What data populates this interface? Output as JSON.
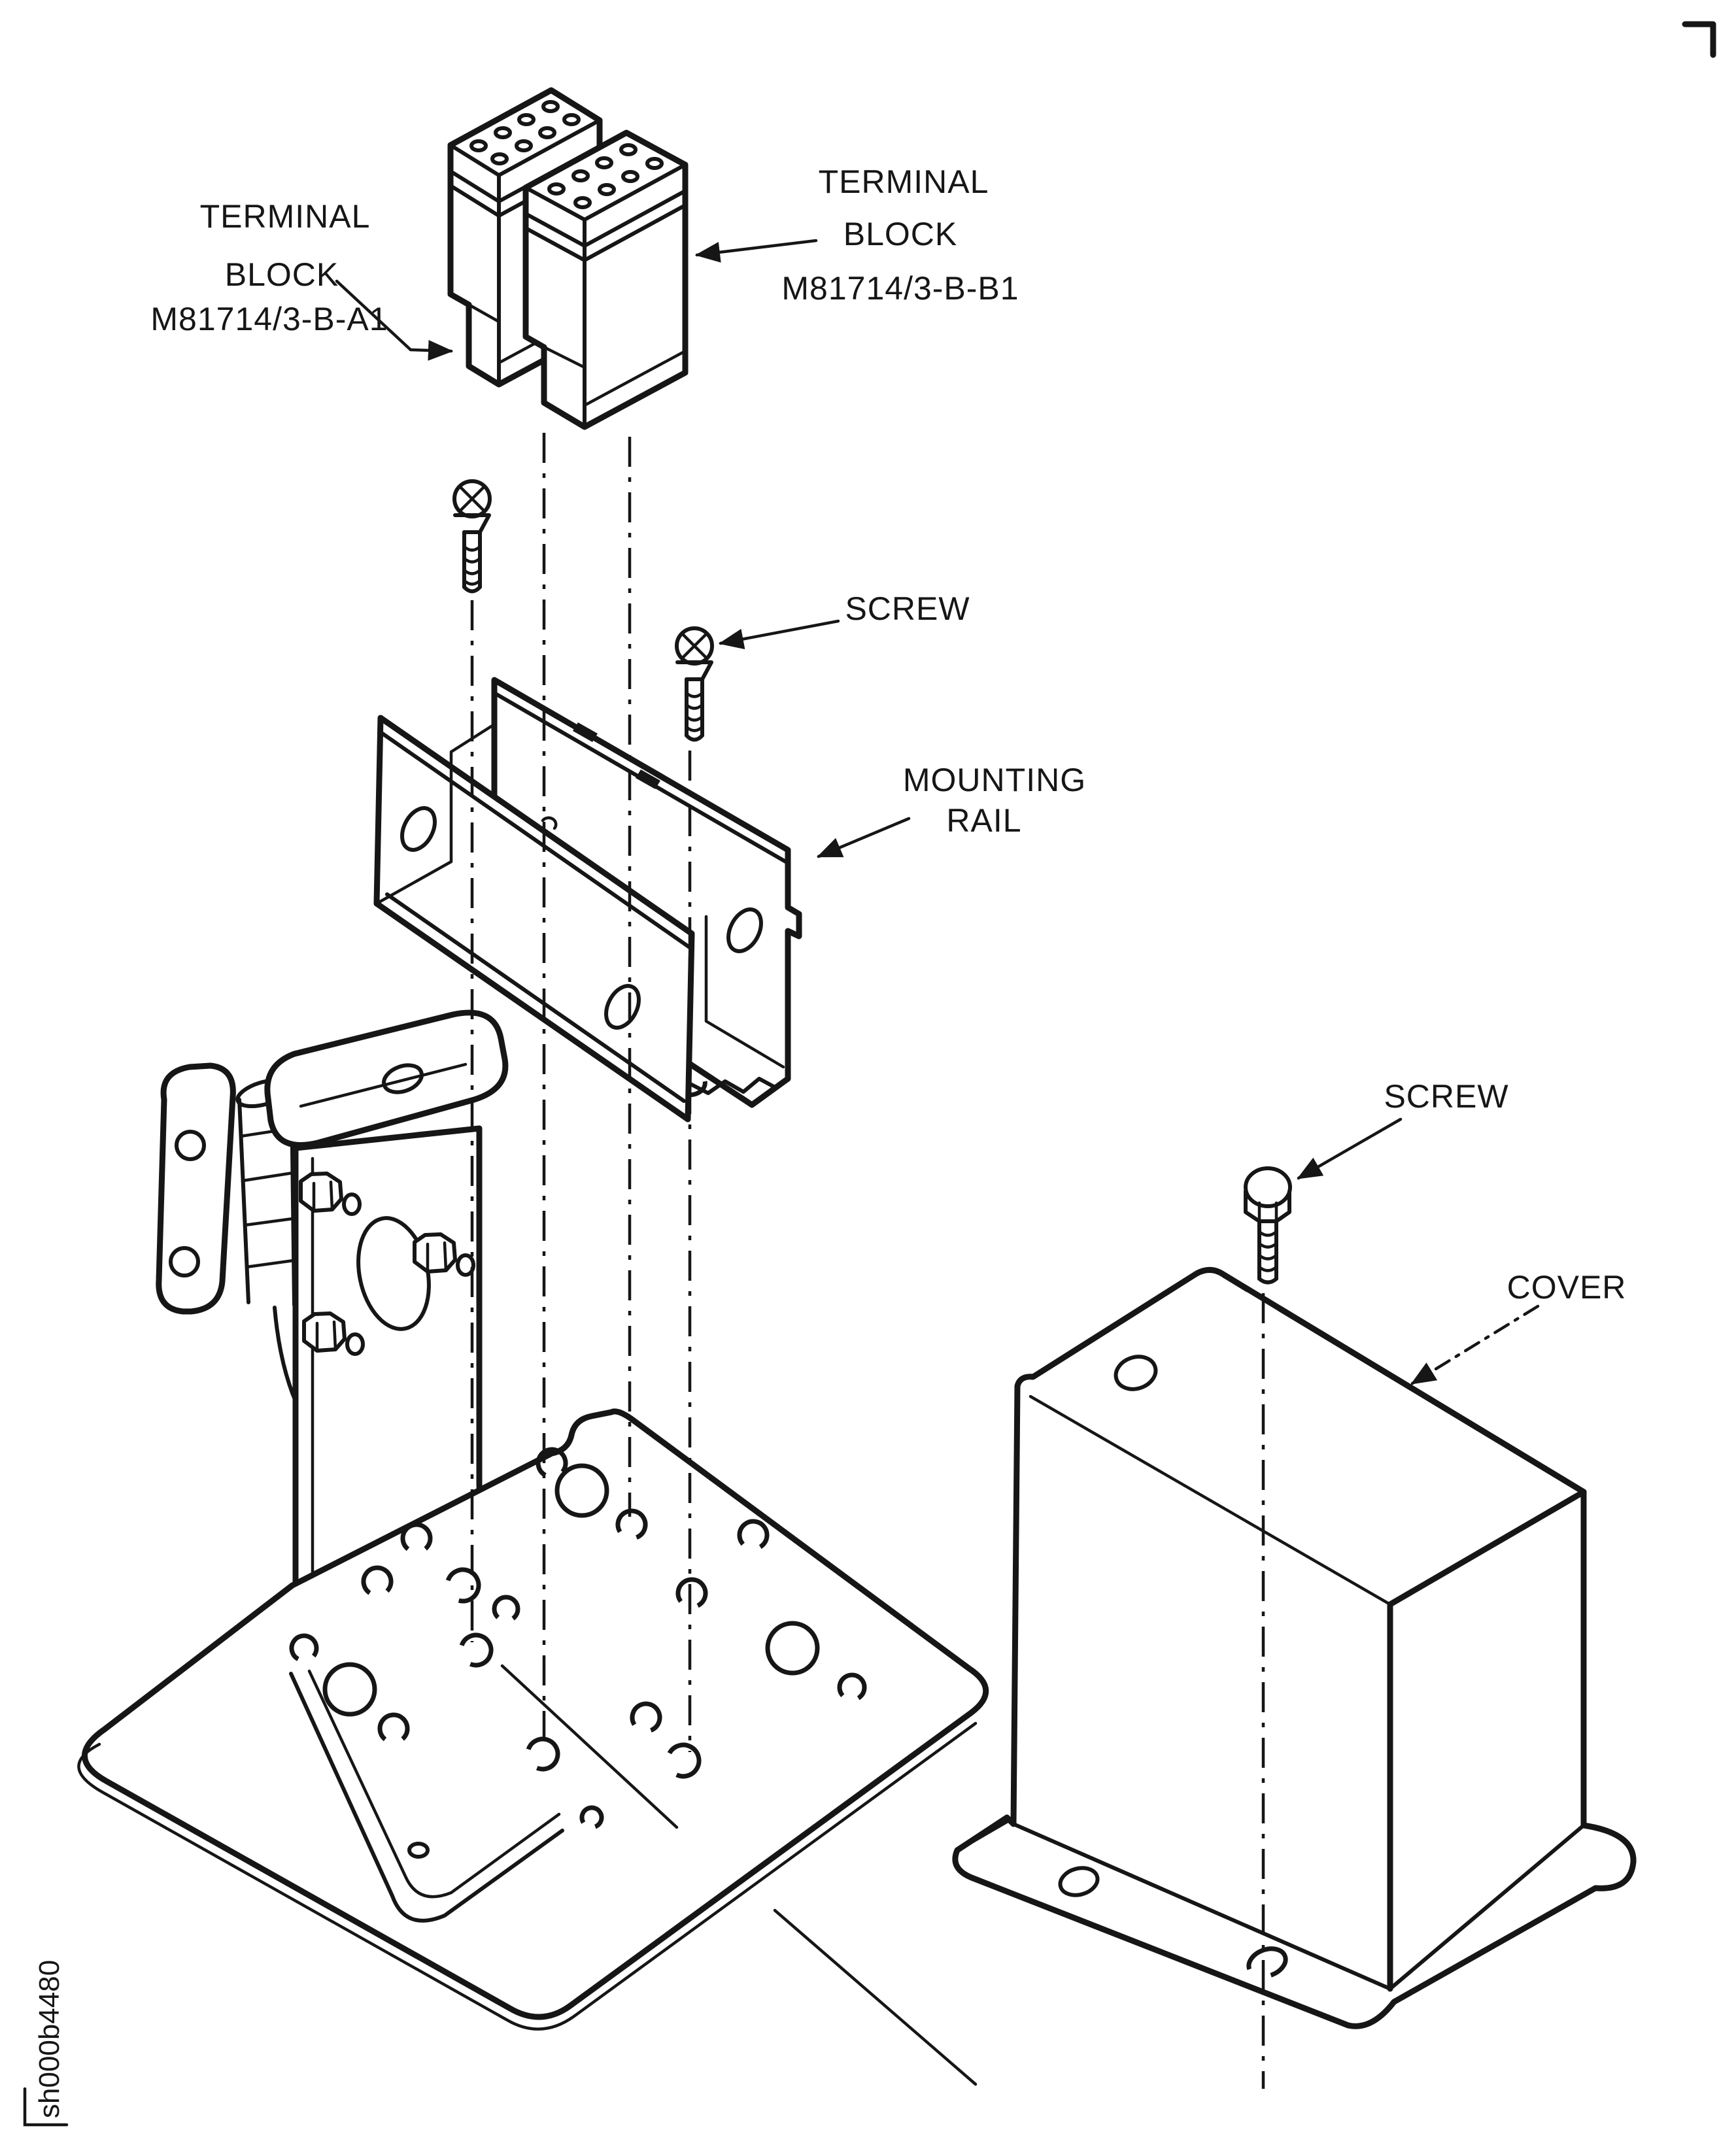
{
  "colors": {
    "ink": "#161616",
    "paper": "#ffffff"
  },
  "figure_id": "sh000b4480",
  "labels": {
    "terminal_block_a": {
      "line1": "TERMINAL",
      "line2": "BLOCK",
      "line3": "M81714/3-B-A1"
    },
    "terminal_block_b": {
      "line1": "TERMINAL",
      "line2": "BLOCK",
      "line3": "M81714/3-B-B1"
    },
    "screw_rail": "SCREW",
    "mounting_rail": {
      "line1": "MOUNTING",
      "line2": "RAIL"
    },
    "screw_cover": "SCREW",
    "cover": "COVER"
  },
  "parts": [
    "terminal-block-m81714-3-b-a1",
    "terminal-block-m81714-3-b-b1",
    "flat-head-screw-left",
    "flat-head-screw-right",
    "mounting-rail",
    "hinge-bracket-assembly",
    "base-plate",
    "hex-head-screw",
    "cover"
  ]
}
